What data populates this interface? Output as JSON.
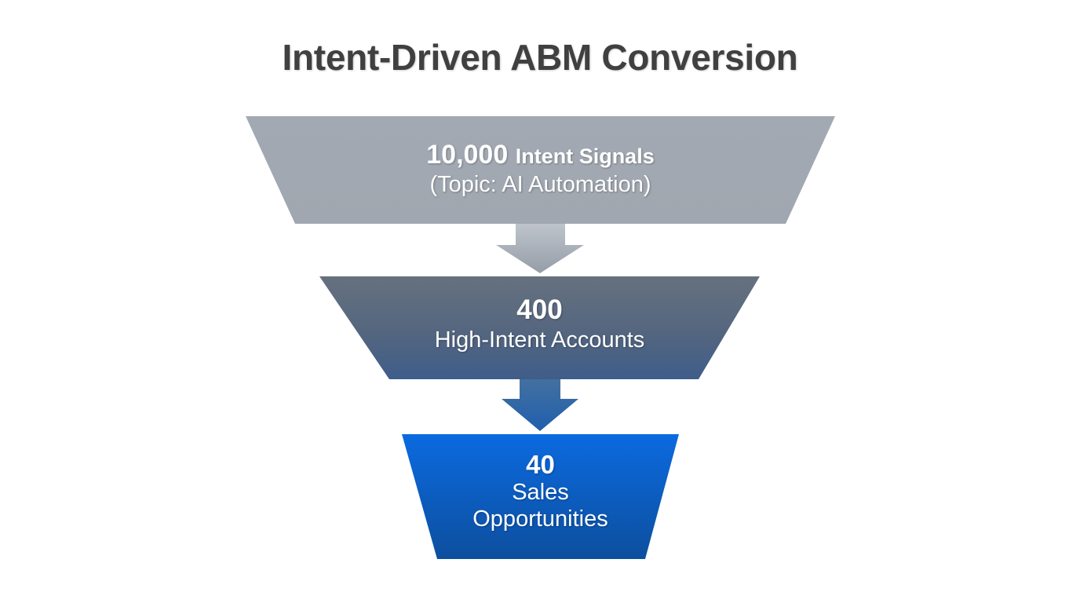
{
  "title": "Intent-Driven ABM Conversion",
  "background_color": "#ffffff",
  "title_color": "#404040",
  "chart_data": {
    "type": "funnel",
    "title": "Intent-Driven ABM Conversion",
    "xlabel": "",
    "ylabel": "",
    "stages": [
      {
        "value": 10000,
        "value_label": "10,000",
        "unit_label": "Intent Signals",
        "sub_label": "(Topic: AI Automation)",
        "fill_top": "#a3a9b2",
        "fill_bottom": "#a3a9b2"
      },
      {
        "value": 400,
        "value_label": "400",
        "unit_label": "High-Intent Accounts",
        "sub_label": "",
        "fill_top": "#64707f",
        "fill_bottom": "#3f5d8a"
      },
      {
        "value": 40,
        "value_label": "40",
        "unit_label": "Sales",
        "sub_label": "Opportunities",
        "fill_top": "#0b6ae0",
        "fill_bottom": "#0d4f9e"
      }
    ],
    "connectors": [
      {
        "name": "arrow-stage-1-to-2",
        "color_top": "#b6bcc4",
        "color_bottom": "#98a0ab"
      },
      {
        "name": "arrow-stage-2-to-3",
        "color_top": "#3f6ca8",
        "color_bottom": "#1f5fae"
      }
    ],
    "legend": [],
    "annotations": []
  }
}
